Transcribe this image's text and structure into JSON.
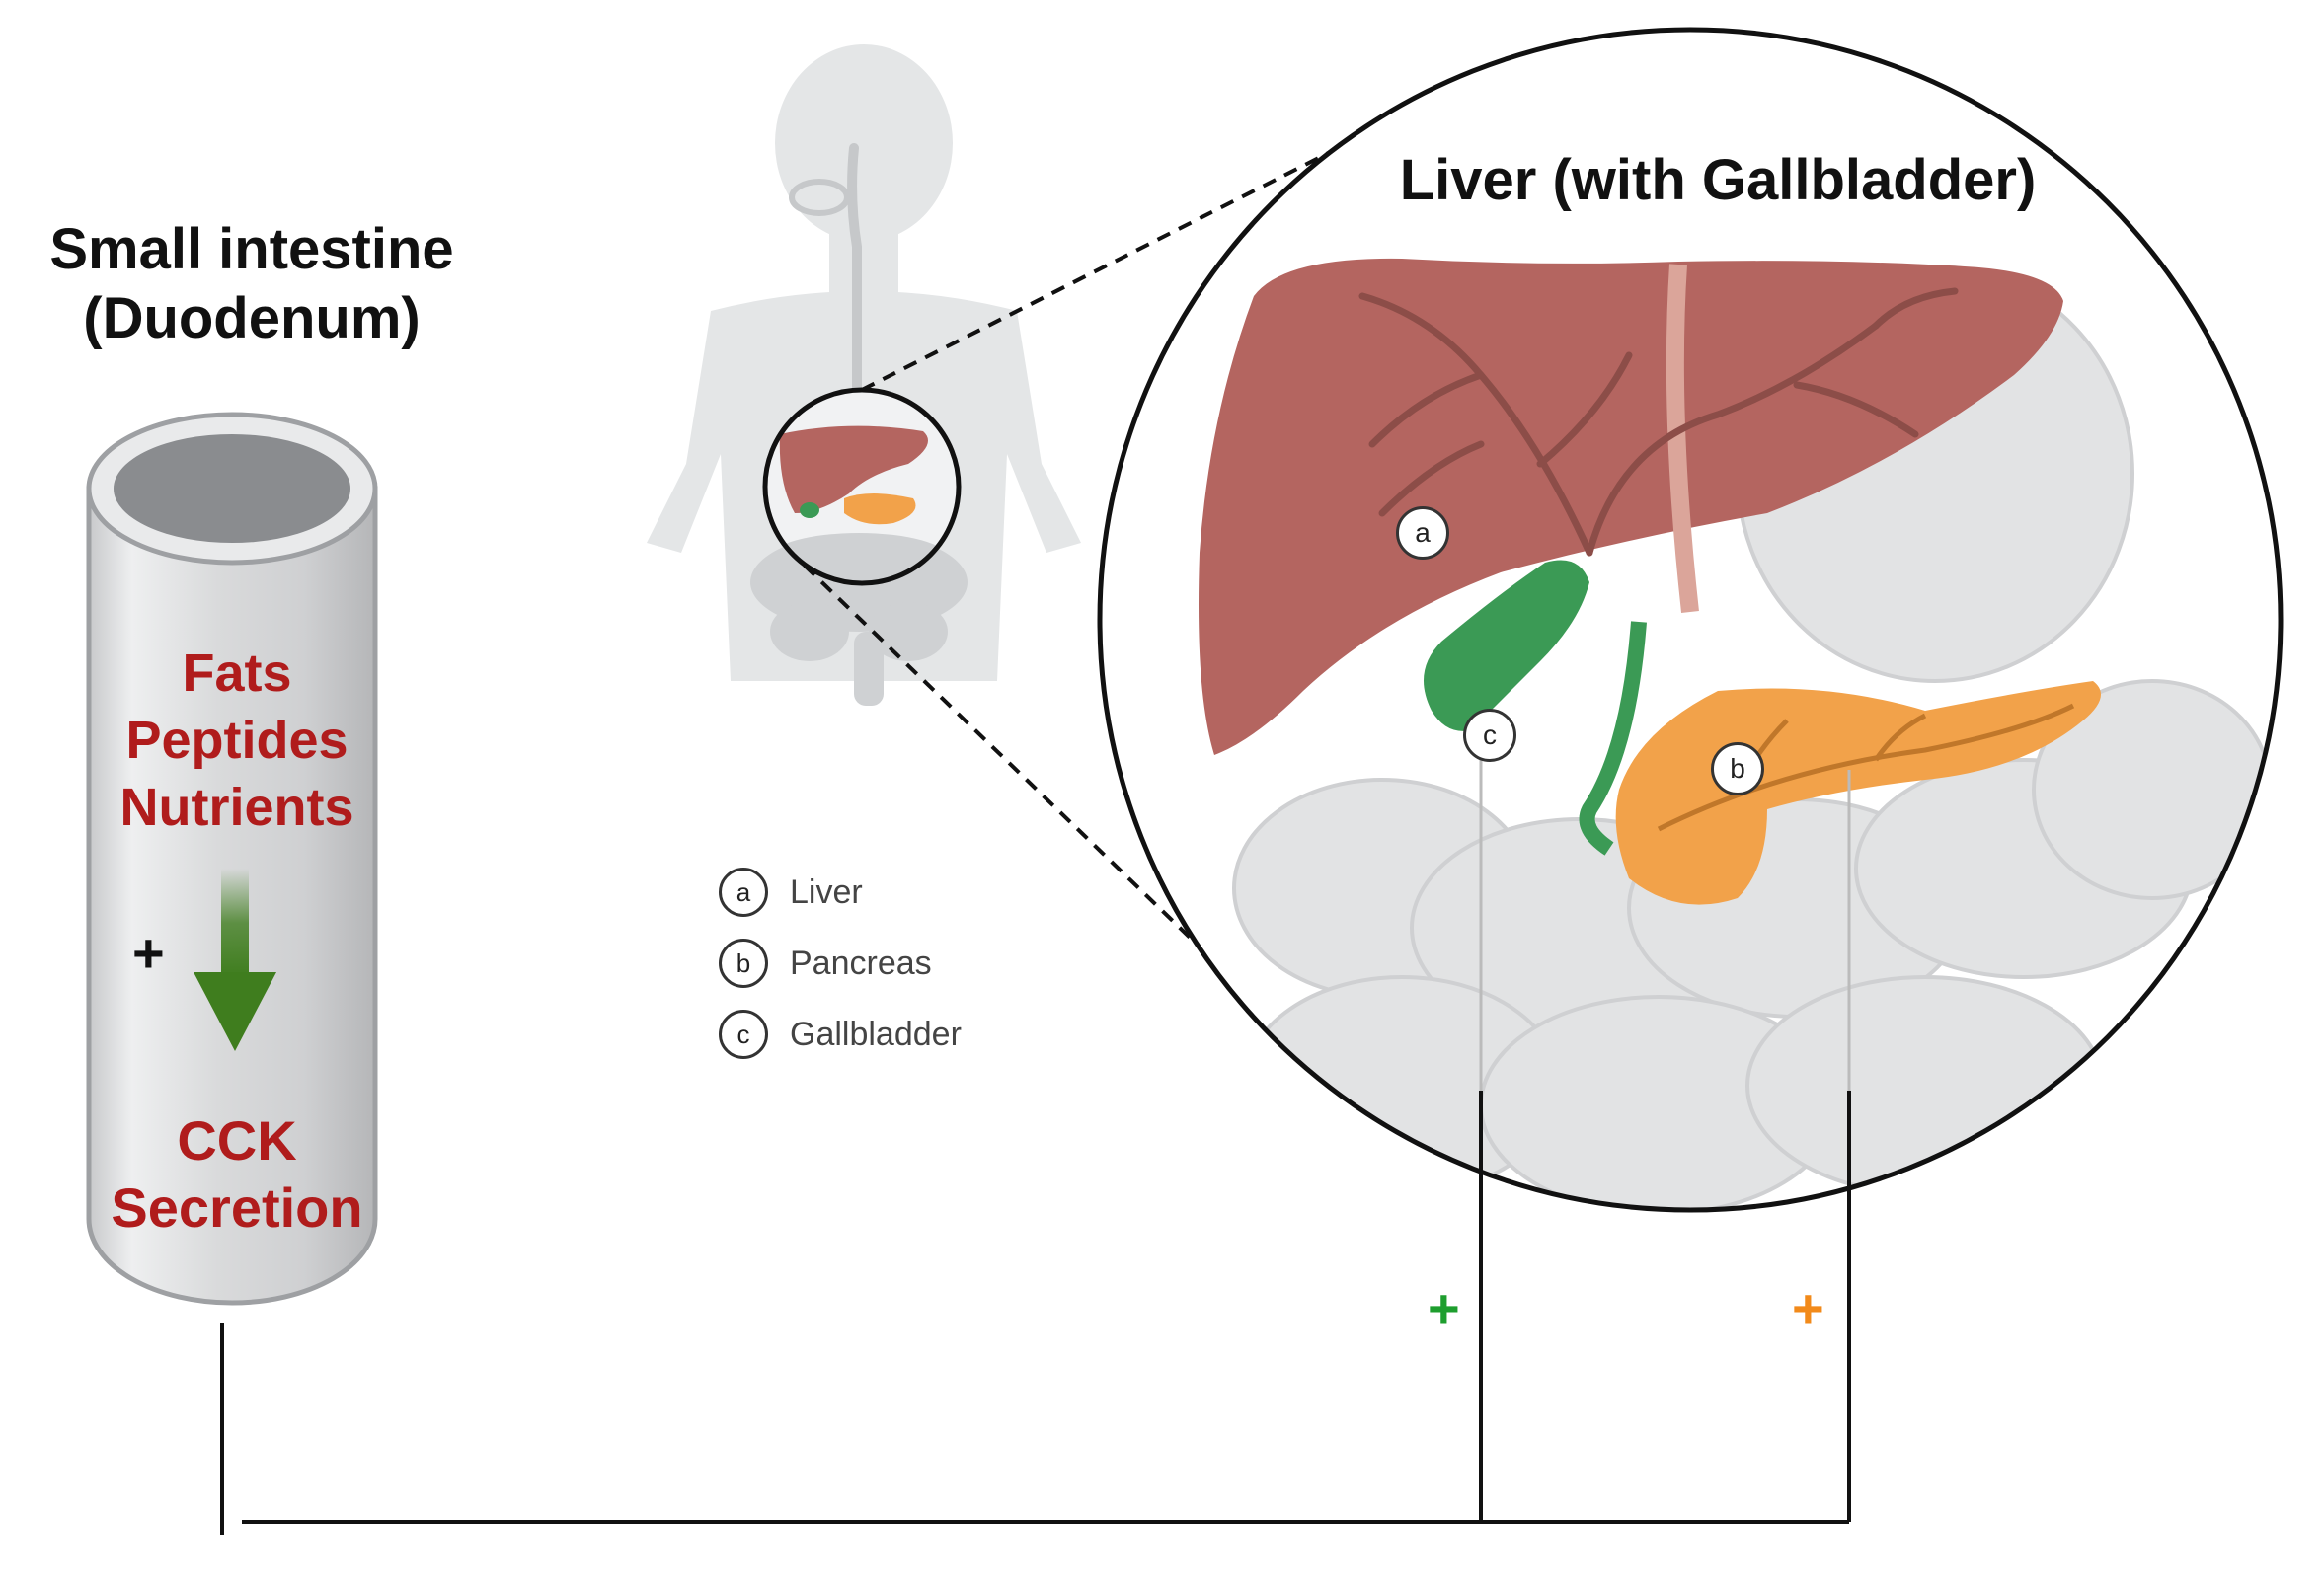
{
  "titles": {
    "intestine_line1": "Small intestine",
    "intestine_line2": "(Duodenum)",
    "liver": "Liver (with Gallbladder)"
  },
  "intestine": {
    "substances": [
      "Fats",
      "Peptides",
      "Nutrients"
    ],
    "stimulus_sign": "+",
    "product_line1": "CCK",
    "product_line2": "Secretion"
  },
  "legend": [
    {
      "letter": "a",
      "label": "Liver"
    },
    {
      "letter": "b",
      "label": "Pancreas"
    },
    {
      "letter": "c",
      "label": "Gallbladder"
    }
  ],
  "organ_labels": {
    "liver": "a",
    "pancreas": "b",
    "gallbladder": "c"
  },
  "signals": {
    "gallbladder_sign": "+",
    "pancreas_sign": "+"
  },
  "colors": {
    "text_red": "#b01c1c",
    "arrow_green": "#3f7d1e",
    "plus_green": "#1e9e2e",
    "plus_orange": "#f28a1a",
    "liver": "#b46560",
    "pancreas": "#f2a24a",
    "gallbladder": "#3b9a55",
    "silhouette": "#e3e5e6"
  }
}
